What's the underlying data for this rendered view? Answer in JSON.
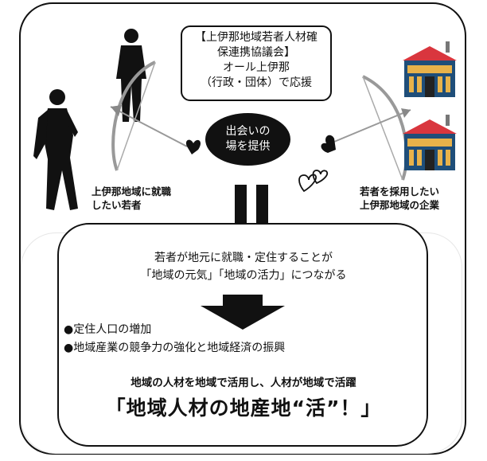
{
  "council": {
    "line1": "【上伊那地域若者人材確",
    "line2": "保連携協議会】",
    "line3": "オール上伊那",
    "line4": "（行政・団体）で応援"
  },
  "meeting": {
    "line1": "出会いの",
    "line2": "場を提供"
  },
  "left_group": {
    "line1": "上伊那地域に就職",
    "line2": "したい若者"
  },
  "right_group": {
    "line1": "若者を採用したい",
    "line2": "上伊那地域の企業"
  },
  "result": {
    "statement_line1": "若者が地元に就職・定住することが",
    "statement_line2": "「地域の元気」「地域の活力」につながる",
    "bullets": [
      "●定住人口の増加",
      "●地域産業の競争力の強化と地域経済の振興"
    ],
    "tagline": "地域の人材を地域で活用し、人材が地域で活躍",
    "headline": "「地域人材の地産地“活”！」"
  },
  "colors": {
    "roof": "#d9363e",
    "building": "#1f4e79",
    "wall": "#e8b24a",
    "ink": "#111111"
  }
}
